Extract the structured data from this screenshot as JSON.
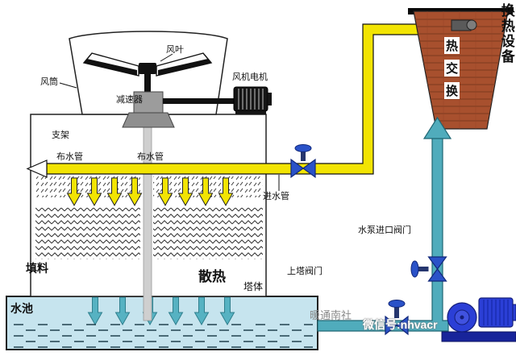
{
  "colors": {
    "pipe_yellow": "#f2e403",
    "pipe_teal": "#50acbc",
    "pipe_teal_dark": "#1f6673",
    "pool_blue": "#c6e4ee",
    "exchanger_red": "#a8502e",
    "pump_blue": "#2b3fd6",
    "valve_blue": "#2a52c8"
  },
  "labels": {
    "fan_blade": "风叶",
    "fan_duct": "风筒",
    "fan_motor": "风机电机",
    "reducer": "减速器",
    "support": "支架",
    "dist_pipe_left": "布水管",
    "dist_pipe_right": "布水管",
    "inlet_pipe": "进水管",
    "fill": "填料",
    "heat_dissipation": "散热",
    "tower_body": "塔体",
    "pool": "水池",
    "upper_tower_valve": "上塔阀门",
    "pump_inlet_valve": "水泵进口阀门",
    "exchanger_chars": [
      "热",
      "交",
      "换"
    ],
    "heat_equipment": "换热设备",
    "watermark_1": "暖通南社",
    "watermark_2": "微信号:nhvacr"
  }
}
